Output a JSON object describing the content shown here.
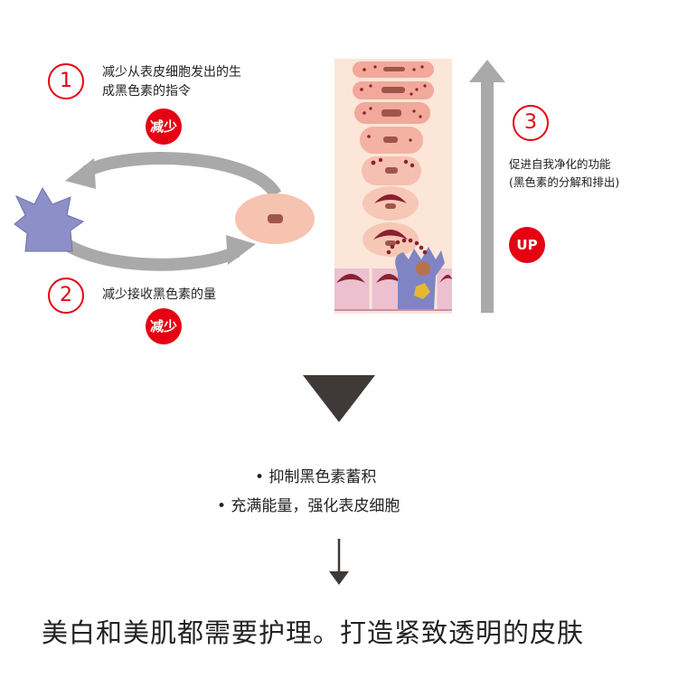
{
  "steps": [
    {
      "number": "1",
      "text_line1": "减少从表皮细胞发出的生",
      "text_line2": "成黑色素的指令",
      "badge": "减少"
    },
    {
      "number": "2",
      "text_line1": "减少接收黑色素的量",
      "badge": "减少"
    },
    {
      "number": "3",
      "text_line1": "促进自我净化的功能",
      "text_line2": "(黑色素的分解和排出)",
      "badge": "UP"
    }
  ],
  "results": {
    "line1": "• 抑制黑色素蓄积",
    "line2": "• 充满能量，强化表皮细胞"
  },
  "bottom_title": "美白和美肌都需要护理。打造紧致透明的皮肤",
  "colors": {
    "accent_red": "#e60012",
    "arrow_gray": "#a9a9a9",
    "melanocyte": "#8d8fc8",
    "cell_peach": "#f6c3b0",
    "nucleus": "#a0554a",
    "dark_triangle": "#3f3a38"
  }
}
